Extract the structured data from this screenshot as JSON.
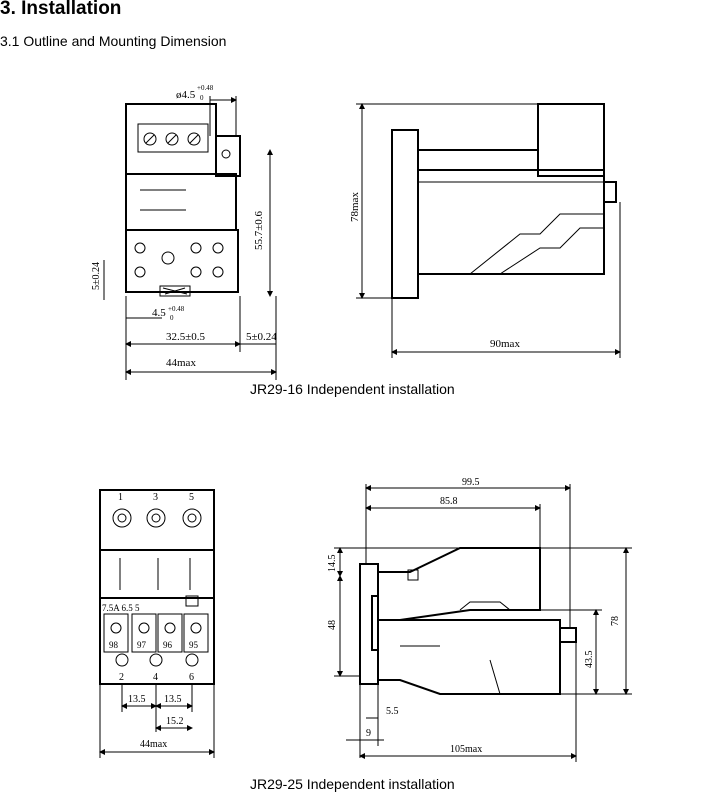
{
  "page": {
    "heading": "3. Installation",
    "subheading": "3.1 Outline and Mounting Dimension"
  },
  "figure1": {
    "caption": "JR29-16 Independent installation",
    "dims": {
      "hole_dia": "ø4.5",
      "hole_tol": "+0.48",
      "hole_tol0": "0",
      "slot": "4.5",
      "slot_tol": "+0.48",
      "slot_tol0": "0",
      "h_left": "5±0.24",
      "h_mount": "55.7±0.6",
      "w_mount": "32.5±0.5",
      "w_edge": "5±0.24",
      "w_max": "44max",
      "side_h": "78max",
      "side_w": "90max"
    }
  },
  "figure2": {
    "caption": "JR29-25 Independent installation",
    "terminals_top": [
      "1",
      "3",
      "5"
    ],
    "terminals_aux": [
      "98",
      "97",
      "96",
      "95"
    ],
    "terminals_bottom": [
      "2",
      "4",
      "6"
    ],
    "dial": "7.5A 6.5 5",
    "dims": {
      "pitch1": "13.5",
      "pitch2": "13.5",
      "mount_w": "15.2",
      "w_max": "44max",
      "side_w1": "99.5",
      "side_w2": "85.8",
      "side_h1": "14.5",
      "side_h2": "48",
      "side_h3": "78",
      "side_h4": "43.5",
      "side_d1": "5.5",
      "side_d2": "9",
      "side_w3": "105max"
    }
  }
}
